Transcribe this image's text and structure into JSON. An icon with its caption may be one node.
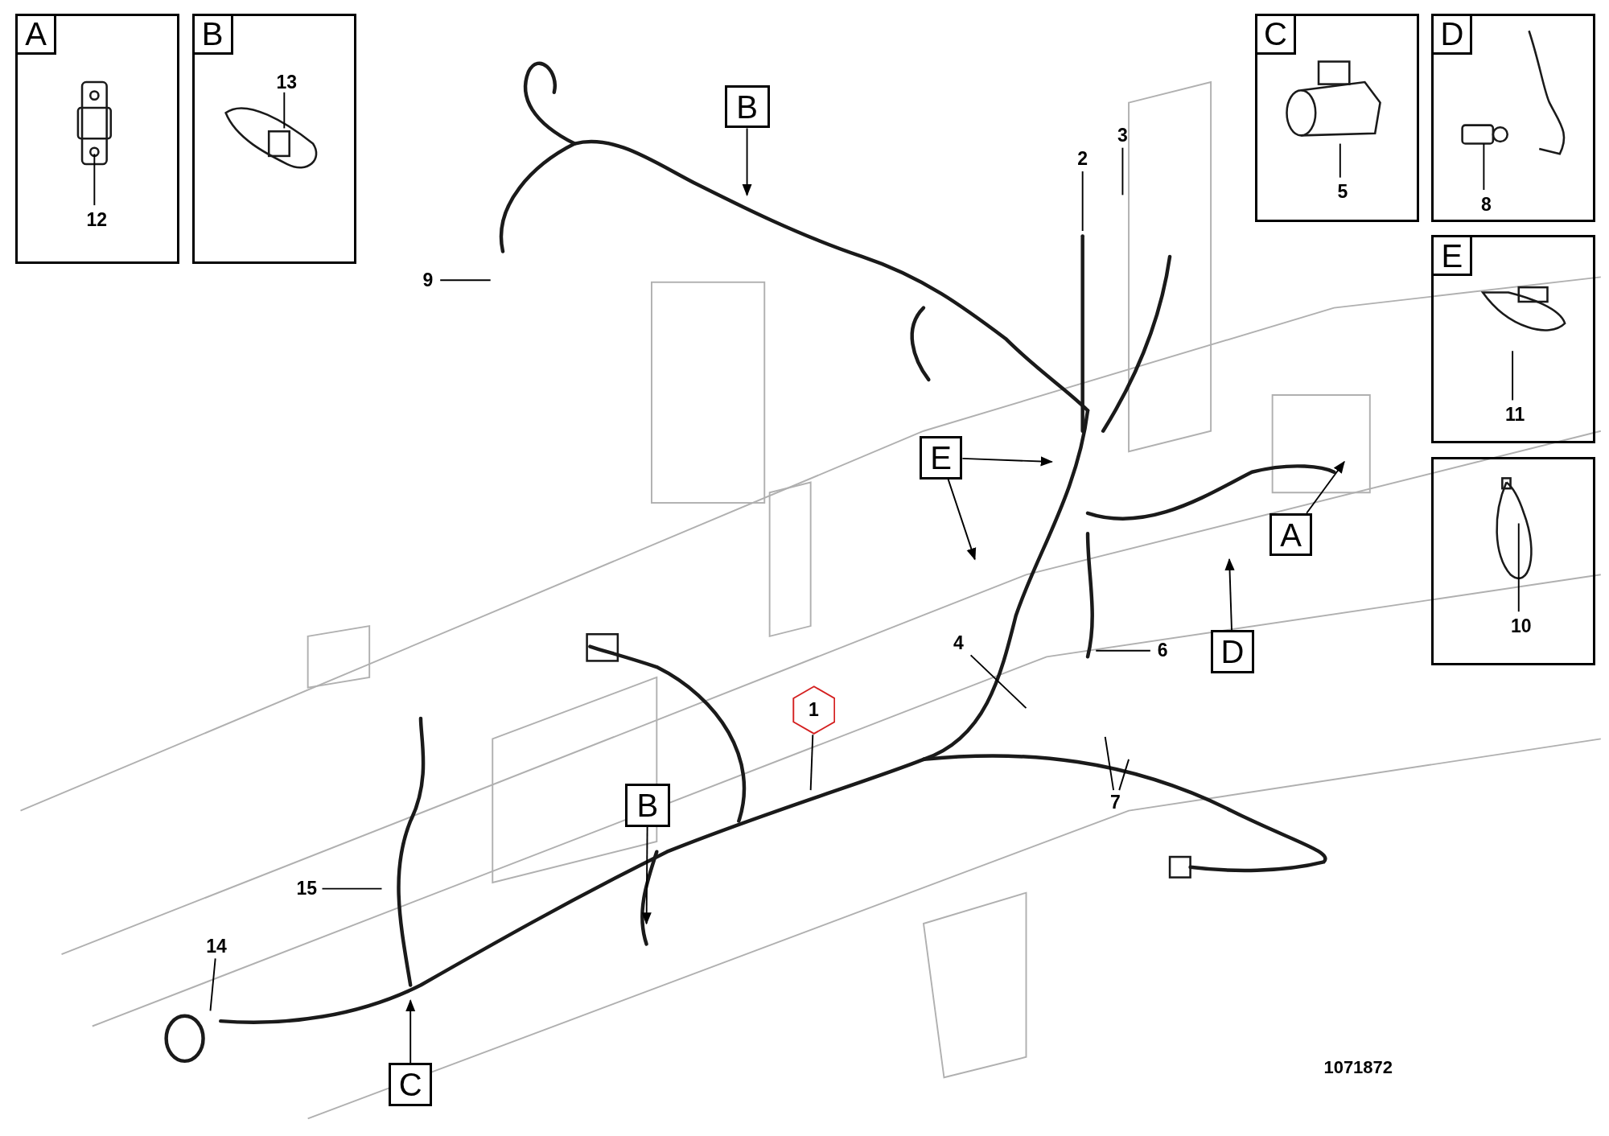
{
  "diagram": {
    "nodes": [
      {
        "text": [
          "A"
        ]
      },
      {
        "text": [
          "12"
        ],
        "in": 0
      },
      {
        "text": [
          "B"
        ]
      },
      {
        "text": [
          "13"
        ],
        "in": 2
      },
      {
        "text": [
          "C"
        ]
      },
      {
        "text": [
          "5"
        ],
        "in": 4
      },
      {
        "text": [
          "D"
        ]
      },
      {
        "text": [
          "8"
        ],
        "in": 6
      },
      {
        "text": [
          "E"
        ]
      },
      {
        "text": [
          "11"
        ],
        "in": 8
      },
      {
        "text": [],
        "shape": "box"
      },
      {
        "text": [
          "10"
        ],
        "in": 10
      },
      {
        "text": [
          "B"
        ]
      },
      {
        "text": [
          "9"
        ]
      },
      {
        "text": [
          "2"
        ]
      },
      {
        "text": [
          "3"
        ]
      },
      {
        "text": [
          "E"
        ]
      },
      {
        "text": [
          "A"
        ]
      },
      {
        "text": [
          "D"
        ]
      },
      {
        "text": [
          "4"
        ]
      },
      {
        "text": [
          "6"
        ]
      },
      {
        "text": [
          "1"
        ]
      },
      {
        "text": [
          "7"
        ]
      },
      {
        "text": [
          "B"
        ]
      },
      {
        "text": [
          "15"
        ]
      },
      {
        "text": [
          "14"
        ]
      },
      {
        "text": [
          "C"
        ]
      }
    ],
    "edges": [
      {
        "from": 1,
        "to": null,
        "arrow": "none"
      },
      {
        "from": 3,
        "to": null,
        "arrow": "none"
      },
      {
        "from": 5,
        "to": null,
        "arrow": "none"
      },
      {
        "from": 7,
        "to": null,
        "arrow": "none"
      },
      {
        "from": 9,
        "to": null,
        "arrow": "none"
      },
      {
        "from": 11,
        "to": null,
        "arrow": "none"
      },
      {
        "from": 12,
        "to": null,
        "arrow": "to"
      },
      {
        "from": 13,
        "to": null,
        "arrow": "none"
      },
      {
        "from": 14,
        "to": null,
        "arrow": "none"
      },
      {
        "from": 15,
        "to": null,
        "arrow": "none"
      },
      {
        "from": 16,
        "to": null,
        "arrow": "to"
      },
      {
        "from": 16,
        "to": null,
        "arrow": "to"
      },
      {
        "from": 17,
        "to": null,
        "arrow": "to"
      },
      {
        "from": 18,
        "to": null,
        "arrow": "to"
      },
      {
        "from": 19,
        "to": null,
        "arrow": "none"
      },
      {
        "from": 20,
        "to": null,
        "arrow": "none"
      },
      {
        "from": 21,
        "to": null,
        "arrow": "none"
      },
      {
        "from": 22,
        "to": null,
        "arrow": "none"
      },
      {
        "from": 22,
        "to": null,
        "arrow": "none"
      },
      {
        "from": 23,
        "to": null,
        "arrow": "to"
      },
      {
        "from": 24,
        "to": null,
        "arrow": "none"
      },
      {
        "from": 25,
        "to": null,
        "arrow": "none"
      },
      {
        "from": 26,
        "to": null,
        "arrow": "to"
      }
    ],
    "labels": [
      "1071872"
    ]
  }
}
